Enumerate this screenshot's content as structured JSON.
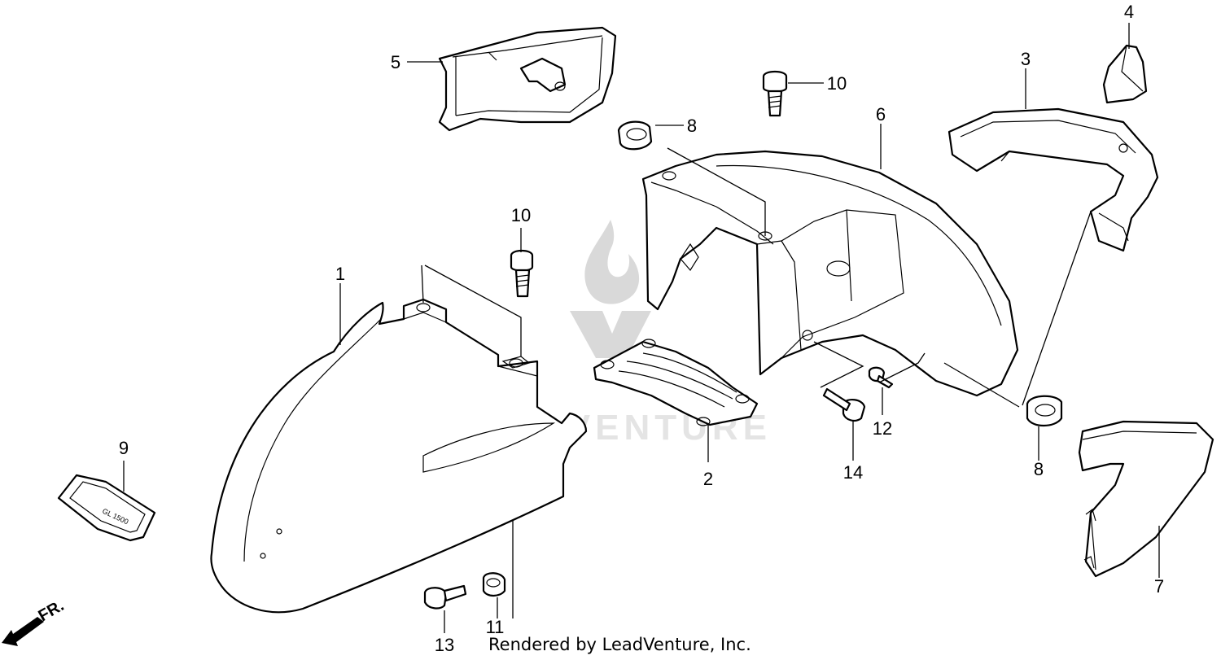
{
  "diagram": {
    "watermark_text": "LEADVENTURE",
    "credit": "Rendered by LeadVenture, Inc.",
    "direction_label": "FR.",
    "callouts": [
      "1",
      "2",
      "3",
      "4",
      "5",
      "6",
      "7",
      "8",
      "8",
      "9",
      "10",
      "10",
      "11",
      "12",
      "13",
      "14"
    ],
    "badge_text": "GL 1500"
  }
}
